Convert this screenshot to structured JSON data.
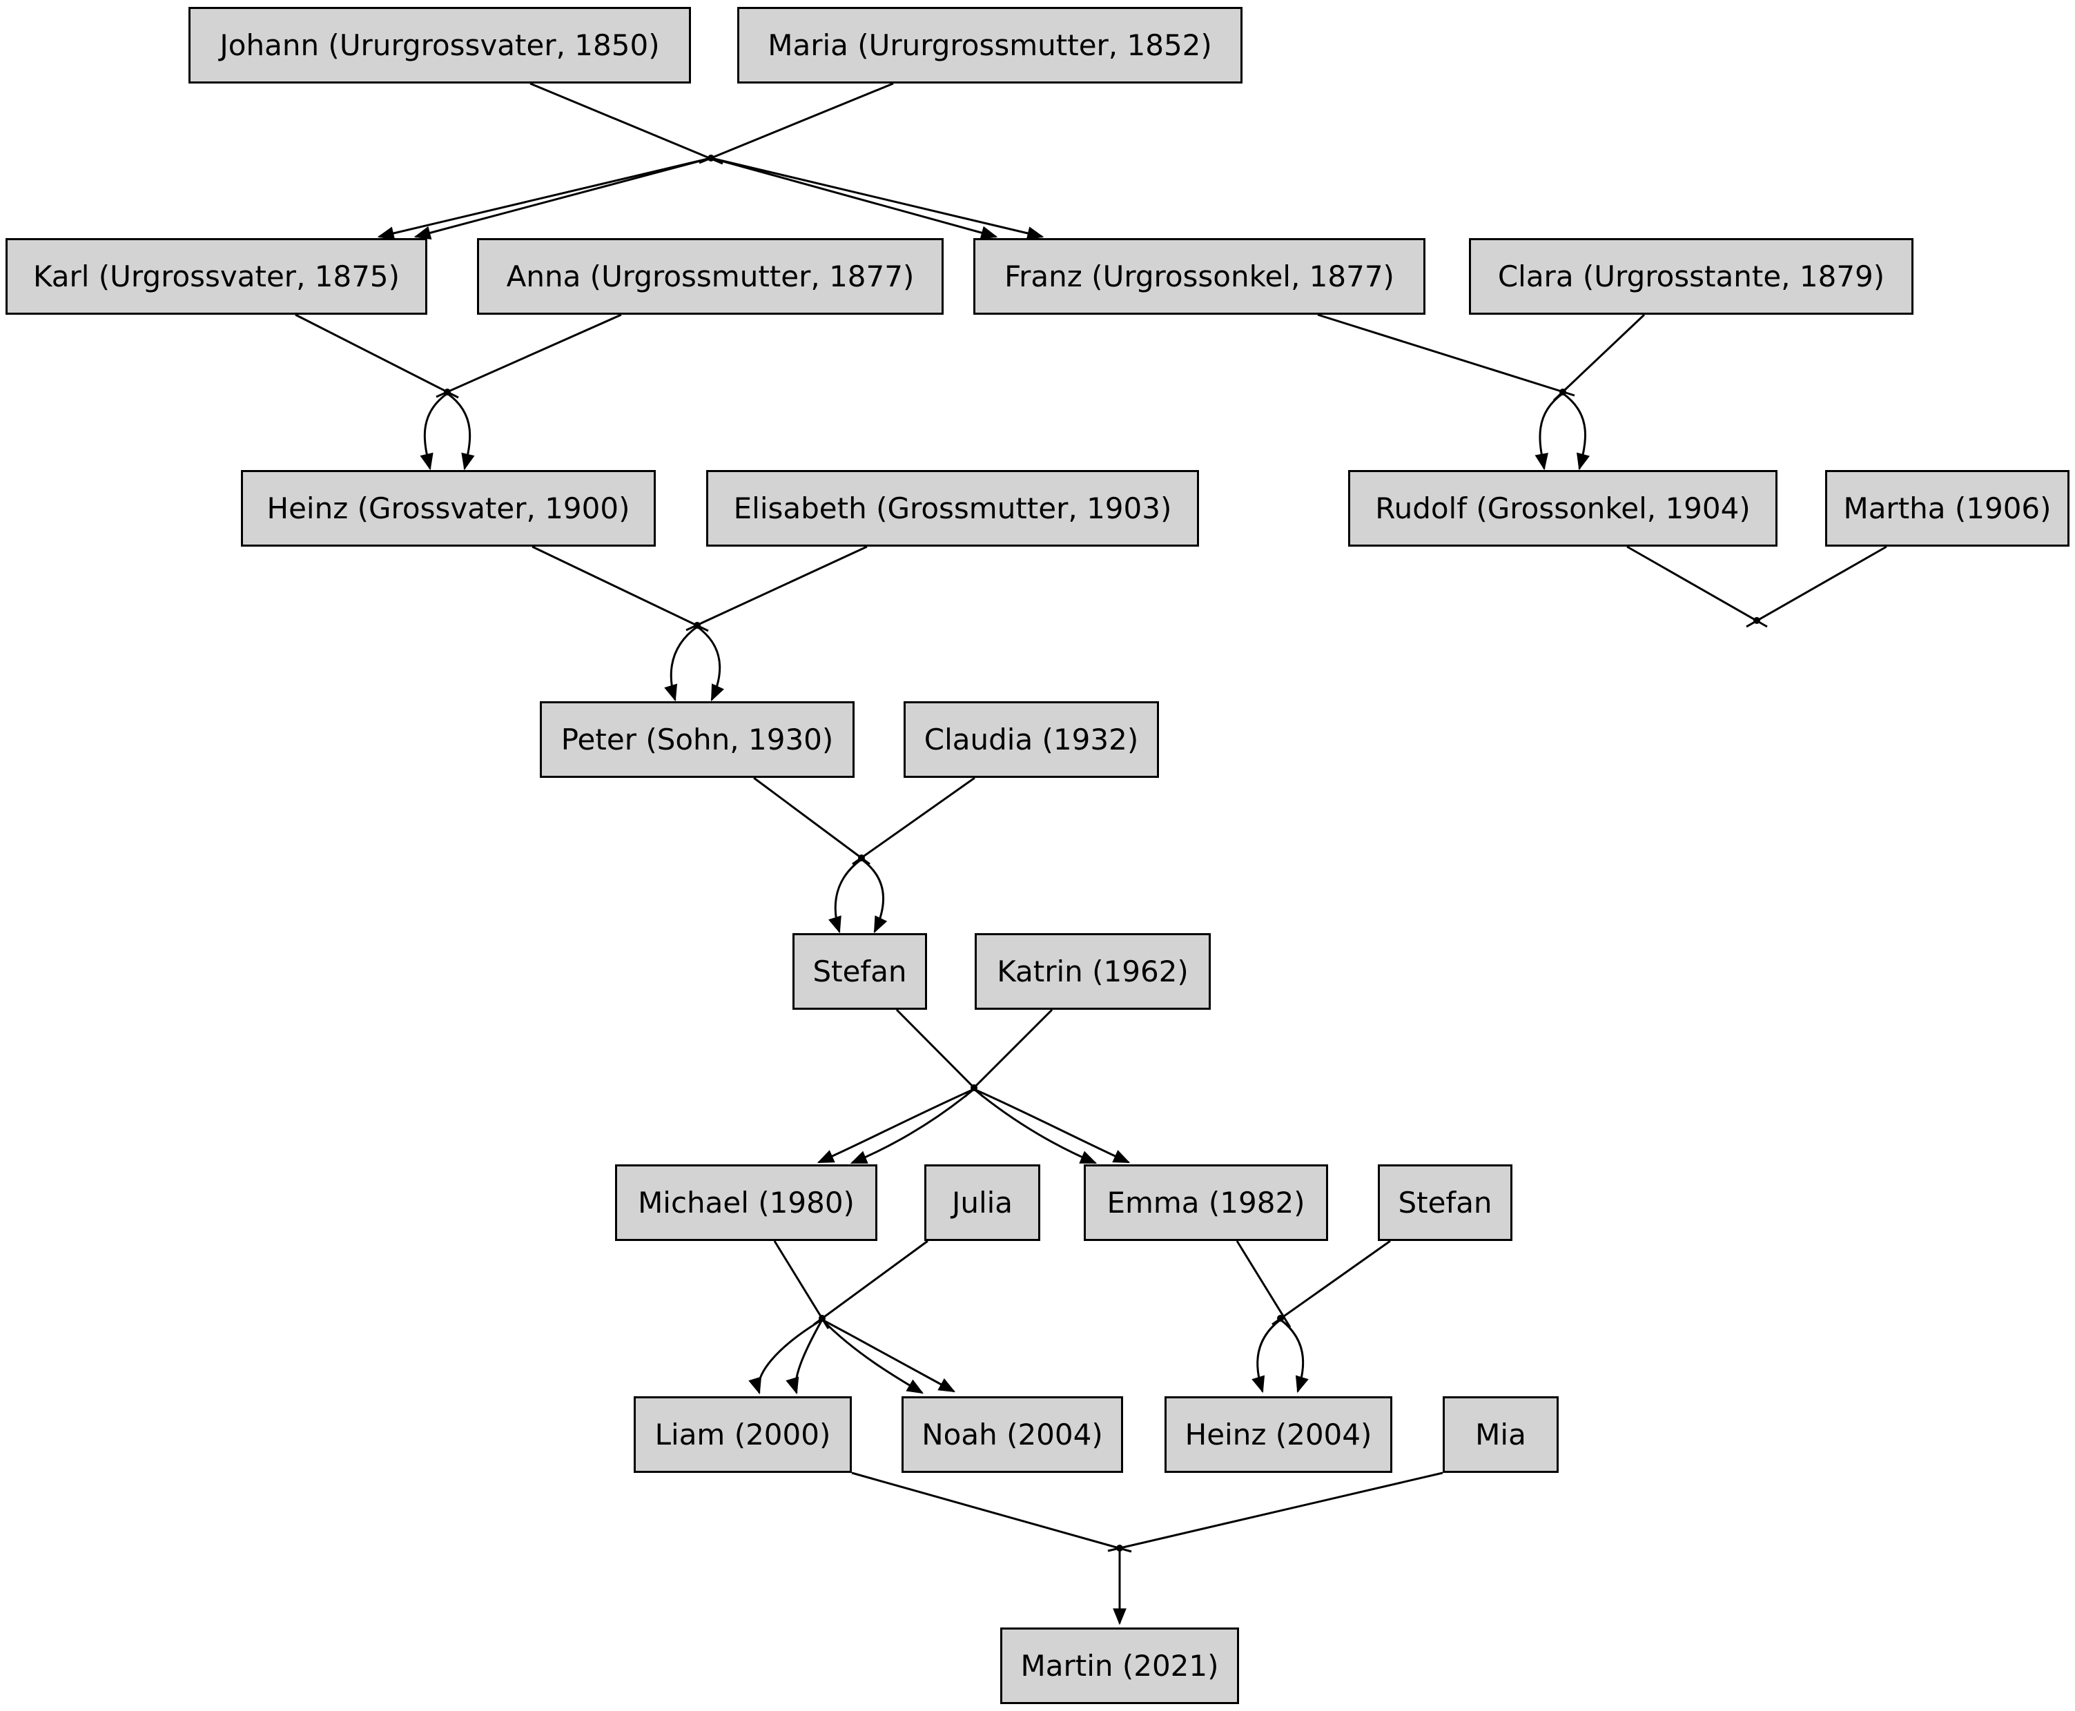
{
  "diagram": {
    "type": "family-tree-graph",
    "background": "#ffffff",
    "colors": {
      "node_fill": "#d3d3d3",
      "node_border": "#000000",
      "edge": "#000000",
      "text": "#000000"
    }
  },
  "nodes": {
    "johann": {
      "label": "Johann (Ururgrossvater, 1850)"
    },
    "maria": {
      "label": "Maria (Ururgrossmutter, 1852)"
    },
    "karl": {
      "label": "Karl (Urgrossvater, 1875)"
    },
    "anna": {
      "label": "Anna (Urgrossmutter, 1877)"
    },
    "franz": {
      "label": "Franz (Urgrossonkel, 1877)"
    },
    "clara": {
      "label": "Clara (Urgrosstante, 1879)"
    },
    "heinz": {
      "label": "Heinz (Grossvater, 1900)"
    },
    "elisabeth": {
      "label": "Elisabeth (Grossmutter, 1903)"
    },
    "rudolf": {
      "label": "Rudolf (Grossonkel, 1904)"
    },
    "martha": {
      "label": "Martha (1906)"
    },
    "peter": {
      "label": "Peter (Sohn, 1930)"
    },
    "claudia": {
      "label": "Claudia (1932)"
    },
    "stefan": {
      "label": "Stefan"
    },
    "katrin": {
      "label": "Katrin (1962)"
    },
    "michael": {
      "label": "Michael (1980)"
    },
    "julia": {
      "label": "Julia"
    },
    "emma": {
      "label": "Emma (1982)"
    },
    "stefan2": {
      "label": "Stefan"
    },
    "liam": {
      "label": "Liam (2000)"
    },
    "noah": {
      "label": "Noah (2004)"
    },
    "heinz2": {
      "label": "Heinz (2004)"
    },
    "mia": {
      "label": "Mia"
    },
    "martin": {
      "label": "Martin (2021)"
    }
  },
  "unions": [
    {
      "parents": [
        "johann",
        "maria"
      ],
      "children": [
        "karl",
        "franz"
      ]
    },
    {
      "parents": [
        "karl",
        "anna"
      ],
      "children": [
        "heinz"
      ]
    },
    {
      "parents": [
        "franz",
        "clara"
      ],
      "children": [
        "rudolf"
      ]
    },
    {
      "parents": [
        "heinz",
        "elisabeth"
      ],
      "children": [
        "peter"
      ]
    },
    {
      "parents": [
        "rudolf",
        "martha"
      ],
      "children": []
    },
    {
      "parents": [
        "peter",
        "claudia"
      ],
      "children": [
        "stefan"
      ]
    },
    {
      "parents": [
        "stefan",
        "katrin"
      ],
      "children": [
        "michael",
        "emma"
      ]
    },
    {
      "parents": [
        "michael",
        "julia"
      ],
      "children": [
        "liam",
        "noah"
      ]
    },
    {
      "parents": [
        "emma",
        "stefan2"
      ],
      "children": [
        "heinz2"
      ]
    },
    {
      "parents": [
        "liam",
        "mia"
      ],
      "children": [
        "martin"
      ]
    }
  ]
}
